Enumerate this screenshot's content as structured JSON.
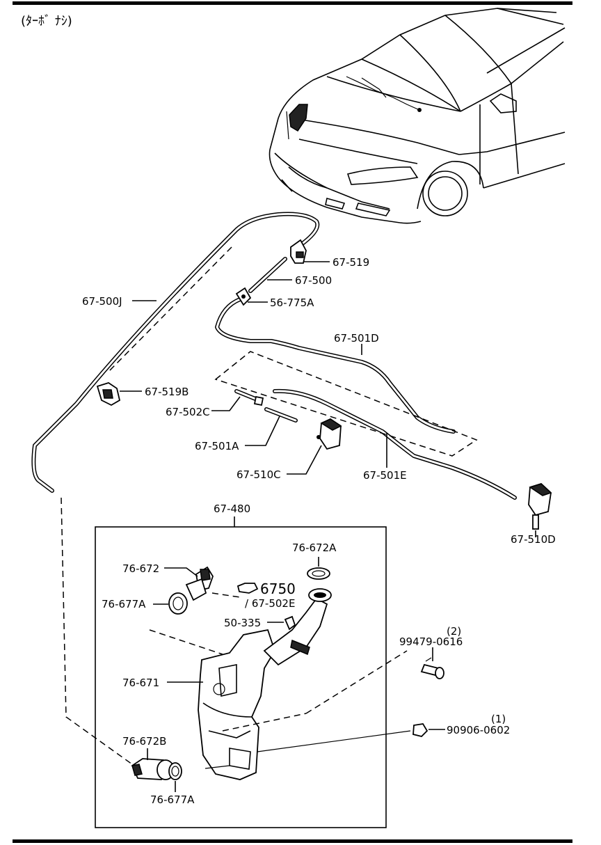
{
  "heading": "(ﾀｰﾎﾞ ﾅｼ)",
  "labels": {
    "p67_519": "67-519",
    "p67_500": "67-500",
    "p56_775a": "56-775A",
    "p67_500j": "67-500J",
    "p67_501d": "67-501D",
    "p67_519b": "67-519B",
    "p67_502c": "67-502C",
    "p67_501a": "67-501A",
    "p67_510c": "67-510C",
    "p67_501e": "67-501E",
    "p67_510d": "67-510D",
    "p67_480": "67-480",
    "p76_672a": "76-672A",
    "p76_672": "76-672",
    "p6750": "6750",
    "p67_502e": "/ 67-502E",
    "p76_677a_top": "76-677A",
    "p50_335": "50-335",
    "p99479_qty": "(2)",
    "p99479": "99479-0616",
    "p76_671": "76-671",
    "p90906_qty": "(1)",
    "p90906": "90906-0602",
    "p76_672b": "76-672B",
    "p76_677a_bottom": "76-677A"
  }
}
